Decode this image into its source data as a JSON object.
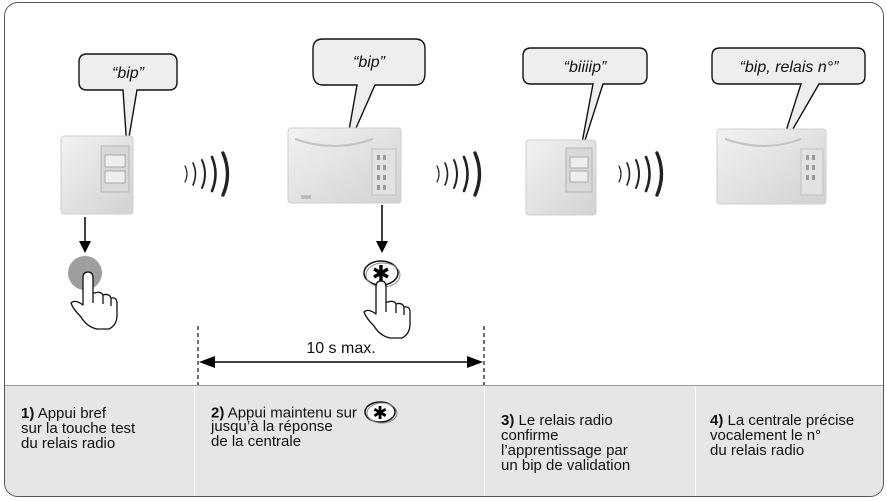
{
  "bubbles": {
    "b1": "“bip”",
    "b2": "“bip”",
    "b3": "“biiiip”",
    "b4": "“bip, relais n°”"
  },
  "timing_label": "10 s max.",
  "steps": [
    {
      "num": "1)",
      "lines": [
        "Appui bref",
        "sur la touche test",
        "du relais radio"
      ]
    },
    {
      "num": "2)",
      "lines": [
        "Appui maintenu sur",
        "jusqu’à la réponse",
        "de la centrale"
      ]
    },
    {
      "num": "3)",
      "lines": [
        "Le relais radio",
        "confirme",
        "l’apprentissage par",
        "un bip de validation"
      ]
    },
    {
      "num": "4)",
      "lines": [
        "La centrale précise",
        "vocalement le n°",
        "du relais radio"
      ]
    }
  ],
  "icons": {
    "star_key": "asterisk-key-icon",
    "radio_waves": "radio-waves-icon",
    "hand": "pointing-hand-icon"
  }
}
